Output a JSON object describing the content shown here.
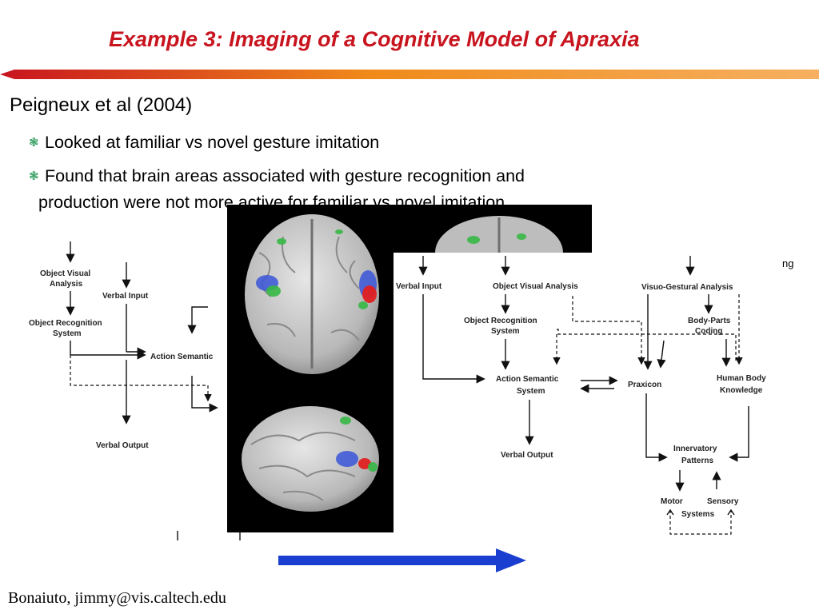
{
  "slide": {
    "title": "Example 3: Imaging of a Cognitive Model of Apraxia",
    "heading": "Peigneux et al (2004)",
    "bullets": [
      "Looked at familiar vs novel gesture imitation",
      "Found that brain areas associated with gesture recognition and",
      "production were not more active for familiar vs novel imitation"
    ],
    "footer": "Bonaiuto, jimmy@vis.caltech.edu"
  },
  "left_diagram": {
    "labels": [
      "Object Visual",
      "Analysis",
      "Verbal Input",
      "Object Recognition",
      "System",
      "Action Semantic",
      "Verbal Output"
    ]
  },
  "right_diagram": {
    "labels": [
      "Verbal Input",
      "Object Visual Analysis",
      "Visuo-Gestural Analysis",
      "Object Recognition",
      "System",
      "Body-Parts",
      "Coding",
      "Action Semantic",
      "System",
      "Praxicon",
      "Human Body",
      "Knowledge",
      "Verbal Output",
      "Innervatory",
      "Patterns",
      "Motor",
      "Sensory",
      "Systems"
    ],
    "fragment_text": "ng"
  },
  "colors": {
    "title": "#c8141e",
    "accent_arrow": "#1a3fd0",
    "rule": "#f08a1a"
  }
}
